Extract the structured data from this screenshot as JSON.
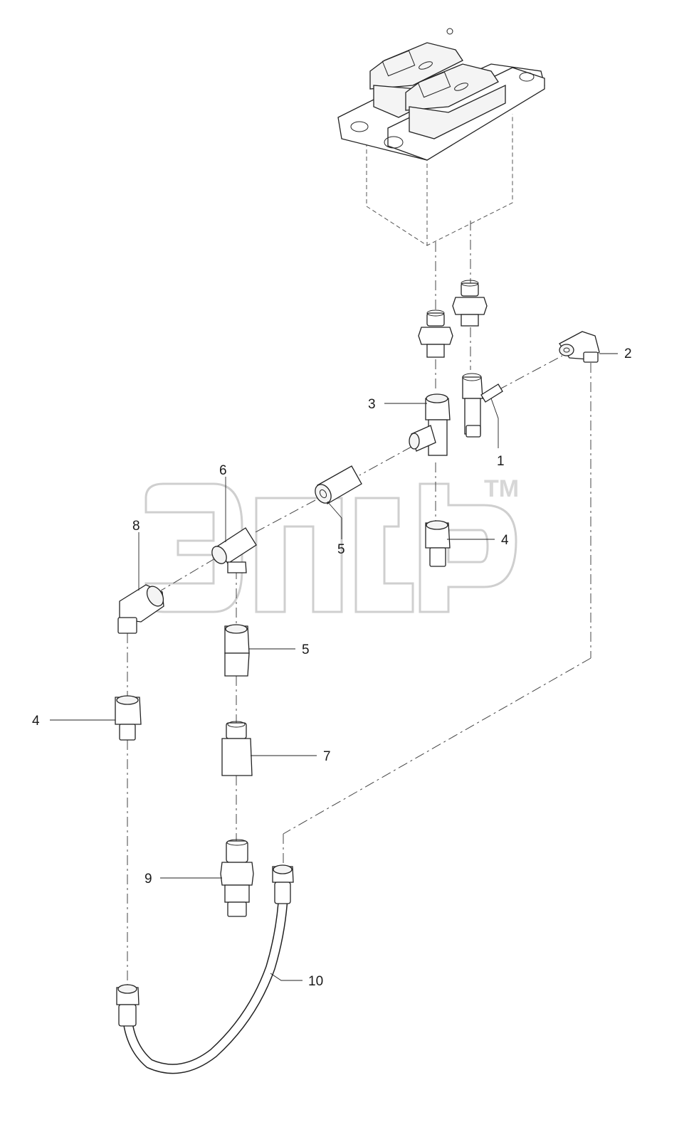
{
  "watermark": {
    "trademark": "TM"
  },
  "callouts": [
    {
      "id": "c1",
      "label": "1"
    },
    {
      "id": "c2",
      "label": "2"
    },
    {
      "id": "c3",
      "label": "3"
    },
    {
      "id": "c4a",
      "label": "4"
    },
    {
      "id": "c4b",
      "label": "4"
    },
    {
      "id": "c5a",
      "label": "5"
    },
    {
      "id": "c5b",
      "label": "5"
    },
    {
      "id": "c6",
      "label": "6"
    },
    {
      "id": "c7",
      "label": "7"
    },
    {
      "id": "c8",
      "label": "8"
    },
    {
      "id": "c9",
      "label": "9"
    },
    {
      "id": "c10",
      "label": "10"
    }
  ]
}
